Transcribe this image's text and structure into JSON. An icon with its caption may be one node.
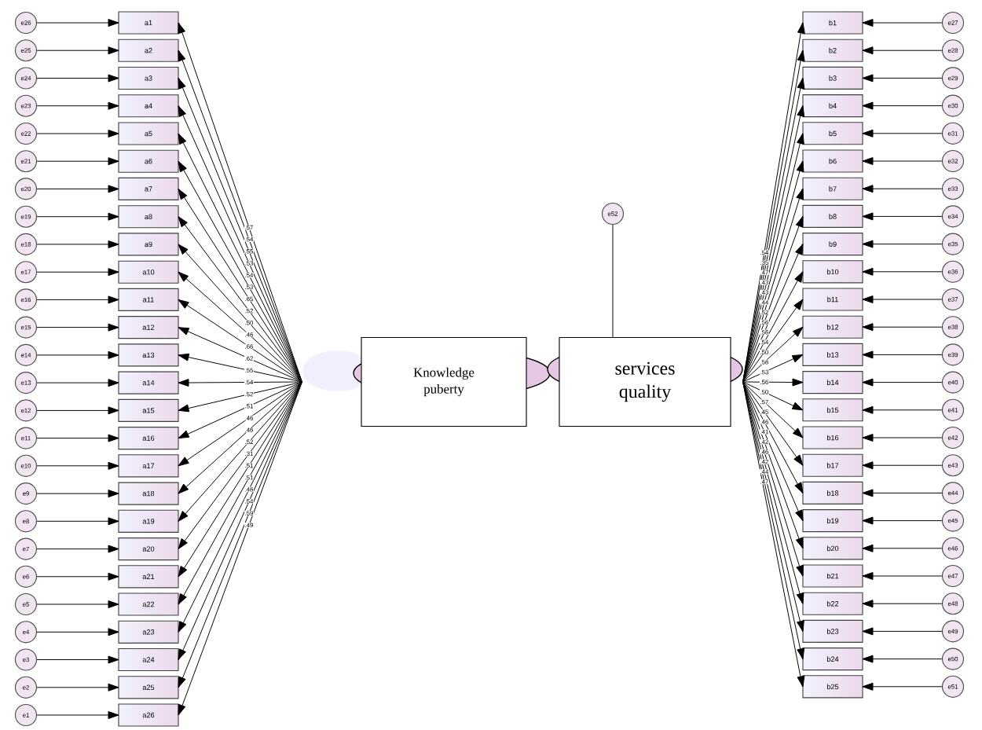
{
  "diagram": {
    "nodes": [
      {
        "text": [
          "a1"
        ]
      },
      {
        "text": [
          "a2"
        ]
      },
      {
        "text": [
          "a3"
        ]
      },
      {
        "text": [
          "a4"
        ]
      },
      {
        "text": [
          "a5"
        ]
      },
      {
        "text": [
          "a6"
        ]
      },
      {
        "text": [
          "a7"
        ]
      },
      {
        "text": [
          "a8"
        ]
      },
      {
        "text": [
          "a9"
        ]
      },
      {
        "text": [
          "a10"
        ]
      },
      {
        "text": [
          "a11"
        ]
      },
      {
        "text": [
          "a12"
        ]
      },
      {
        "text": [
          "a13"
        ]
      },
      {
        "text": [
          "a14"
        ]
      },
      {
        "text": [
          "a15"
        ]
      },
      {
        "text": [
          "a16"
        ]
      },
      {
        "text": [
          "a17"
        ]
      },
      {
        "text": [
          "a18"
        ]
      },
      {
        "text": [
          "a19"
        ]
      },
      {
        "text": [
          "a20"
        ]
      },
      {
        "text": [
          "a21"
        ]
      },
      {
        "text": [
          "a22"
        ]
      },
      {
        "text": [
          "a23"
        ]
      },
      {
        "text": [
          "a24"
        ]
      },
      {
        "text": [
          "a25"
        ]
      },
      {
        "text": [
          "a26"
        ]
      },
      {
        "text": [
          "e26"
        ]
      },
      {
        "text": [
          "e25"
        ]
      },
      {
        "text": [
          "e24"
        ]
      },
      {
        "text": [
          "e23"
        ]
      },
      {
        "text": [
          "e22"
        ]
      },
      {
        "text": [
          "e21"
        ]
      },
      {
        "text": [
          "e20"
        ]
      },
      {
        "text": [
          "e19"
        ]
      },
      {
        "text": [
          "e18"
        ]
      },
      {
        "text": [
          "e17"
        ]
      },
      {
        "text": [
          "e16"
        ]
      },
      {
        "text": [
          "e15"
        ]
      },
      {
        "text": [
          "e14"
        ]
      },
      {
        "text": [
          "e13"
        ]
      },
      {
        "text": [
          "e12"
        ]
      },
      {
        "text": [
          "e11"
        ]
      },
      {
        "text": [
          "e10"
        ]
      },
      {
        "text": [
          "e9"
        ]
      },
      {
        "text": [
          "e8"
        ]
      },
      {
        "text": [
          "e7"
        ]
      },
      {
        "text": [
          "e6"
        ]
      },
      {
        "text": [
          "e5"
        ]
      },
      {
        "text": [
          "e4"
        ]
      },
      {
        "text": [
          "e3"
        ]
      },
      {
        "text": [
          "e2"
        ]
      },
      {
        "text": [
          "e1"
        ]
      },
      {
        "text": [
          "Knowledge puberty"
        ]
      },
      {
        "text": [
          "services quality"
        ]
      },
      {
        "text": [
          "e52"
        ]
      },
      {
        "text": [
          "b1"
        ]
      },
      {
        "text": [
          "b2"
        ]
      },
      {
        "text": [
          "b3"
        ]
      },
      {
        "text": [
          "b4"
        ]
      },
      {
        "text": [
          "b5"
        ]
      },
      {
        "text": [
          "b6"
        ]
      },
      {
        "text": [
          "b7"
        ]
      },
      {
        "text": [
          "b8"
        ]
      },
      {
        "text": [
          "b9"
        ]
      },
      {
        "text": [
          "b10"
        ]
      },
      {
        "text": [
          "b11"
        ]
      },
      {
        "text": [
          "b12"
        ]
      },
      {
        "text": [
          "b13"
        ]
      },
      {
        "text": [
          "b14"
        ]
      },
      {
        "text": [
          "b15"
        ]
      },
      {
        "text": [
          "b16"
        ]
      },
      {
        "text": [
          "b17"
        ]
      },
      {
        "text": [
          "b18"
        ]
      },
      {
        "text": [
          "b19"
        ]
      },
      {
        "text": [
          "b20"
        ]
      },
      {
        "text": [
          "b21"
        ]
      },
      {
        "text": [
          "b22"
        ]
      },
      {
        "text": [
          "b23"
        ]
      },
      {
        "text": [
          "b24"
        ]
      },
      {
        "text": [
          "b25"
        ]
      },
      {
        "text": [
          "e27"
        ]
      },
      {
        "text": [
          "e28"
        ]
      },
      {
        "text": [
          "e29"
        ]
      },
      {
        "text": [
          "e30"
        ]
      },
      {
        "text": [
          "e31"
        ]
      },
      {
        "text": [
          "e32"
        ]
      },
      {
        "text": [
          "e33"
        ]
      },
      {
        "text": [
          "e34"
        ]
      },
      {
        "text": [
          "e35"
        ]
      },
      {
        "text": [
          "e36"
        ]
      },
      {
        "text": [
          "e37"
        ]
      },
      {
        "text": [
          "e38"
        ]
      },
      {
        "text": [
          "e39"
        ]
      },
      {
        "text": [
          "e40"
        ]
      },
      {
        "text": [
          "e41"
        ]
      },
      {
        "text": [
          "e42"
        ]
      },
      {
        "text": [
          "e43"
        ]
      },
      {
        "text": [
          "e44"
        ]
      },
      {
        "text": [
          "e45"
        ]
      },
      {
        "text": [
          "e46"
        ]
      },
      {
        "text": [
          "e47"
        ]
      },
      {
        "text": [
          "e48"
        ]
      },
      {
        "text": [
          "e49"
        ]
      },
      {
        "text": [
          "e50"
        ]
      },
      {
        "text": [
          "e51"
        ]
      }
    ],
    "edges": [
      {
        "from": 52,
        "to": 0,
        "arrow": "to",
        "label": ".57"
      },
      {
        "from": 52,
        "to": 1,
        "arrow": "to",
        "label": ".54"
      },
      {
        "from": 52,
        "to": 2,
        "arrow": "to",
        "label": ".55"
      },
      {
        "from": 52,
        "to": 3,
        "arrow": "to",
        "label": ".53"
      },
      {
        "from": 52,
        "to": 4,
        "arrow": "to",
        "label": ".54"
      },
      {
        "from": 52,
        "to": 5,
        "arrow": "to",
        "label": ".53"
      },
      {
        "from": 52,
        "to": 6,
        "arrow": "to",
        "label": ".65"
      },
      {
        "from": 52,
        "to": 7,
        "arrow": "to",
        "label": ".52"
      },
      {
        "from": 52,
        "to": 8,
        "arrow": "to",
        "label": ".50"
      },
      {
        "from": 52,
        "to": 9,
        "arrow": "to",
        "label": ".46"
      },
      {
        "from": 52,
        "to": 10,
        "arrow": "to",
        "label": ".66"
      },
      {
        "from": 52,
        "to": 11,
        "arrow": "to",
        "label": ".62"
      },
      {
        "from": 52,
        "to": 12,
        "arrow": "to",
        "label": ".55"
      },
      {
        "from": 52,
        "to": 13,
        "arrow": "to",
        "label": ".54"
      },
      {
        "from": 52,
        "to": 14,
        "arrow": "to",
        "label": ".52"
      },
      {
        "from": 52,
        "to": 15,
        "arrow": "to",
        "label": ".51"
      },
      {
        "from": 52,
        "to": 16,
        "arrow": "to",
        "label": ".46"
      },
      {
        "from": 52,
        "to": 17,
        "arrow": "to",
        "label": ".46"
      },
      {
        "from": 52,
        "to": 18,
        "arrow": "to",
        "label": ".52"
      },
      {
        "from": 52,
        "to": 19,
        "arrow": "to",
        "label": ".31"
      },
      {
        "from": 52,
        "to": 20,
        "arrow": "to",
        "label": ".51"
      },
      {
        "from": 52,
        "to": 21,
        "arrow": "to",
        "label": ".51"
      },
      {
        "from": 52,
        "to": 22,
        "arrow": "to",
        "label": ".46"
      },
      {
        "from": 52,
        "to": 23,
        "arrow": "to",
        "label": ".54"
      },
      {
        "from": 52,
        "to": 24,
        "arrow": "to",
        "label": ".59"
      },
      {
        "from": 52,
        "to": 25,
        "arrow": "to",
        "label": ".49"
      },
      {
        "from": 26,
        "to": 0,
        "arrow": "to"
      },
      {
        "from": 27,
        "to": 1,
        "arrow": "to"
      },
      {
        "from": 28,
        "to": 2,
        "arrow": "to"
      },
      {
        "from": 29,
        "to": 3,
        "arrow": "to"
      },
      {
        "from": 30,
        "to": 4,
        "arrow": "to"
      },
      {
        "from": 31,
        "to": 5,
        "arrow": "to"
      },
      {
        "from": 32,
        "to": 6,
        "arrow": "to"
      },
      {
        "from": 33,
        "to": 7,
        "arrow": "to"
      },
      {
        "from": 34,
        "to": 8,
        "arrow": "to"
      },
      {
        "from": 35,
        "to": 9,
        "arrow": "to"
      },
      {
        "from": 36,
        "to": 10,
        "arrow": "to"
      },
      {
        "from": 37,
        "to": 11,
        "arrow": "to"
      },
      {
        "from": 38,
        "to": 12,
        "arrow": "to"
      },
      {
        "from": 39,
        "to": 13,
        "arrow": "to"
      },
      {
        "from": 40,
        "to": 14,
        "arrow": "to"
      },
      {
        "from": 41,
        "to": 15,
        "arrow": "to"
      },
      {
        "from": 42,
        "to": 16,
        "arrow": "to"
      },
      {
        "from": 43,
        "to": 17,
        "arrow": "to"
      },
      {
        "from": 44,
        "to": 18,
        "arrow": "to"
      },
      {
        "from": 45,
        "to": 19,
        "arrow": "to"
      },
      {
        "from": 46,
        "to": 20,
        "arrow": "to"
      },
      {
        "from": 47,
        "to": 21,
        "arrow": "to"
      },
      {
        "from": 48,
        "to": 22,
        "arrow": "to"
      },
      {
        "from": 49,
        "to": 23,
        "arrow": "to"
      },
      {
        "from": 50,
        "to": 24,
        "arrow": "to"
      },
      {
        "from": 51,
        "to": 25,
        "arrow": "to"
      },
      {
        "from": 54,
        "to": 53,
        "arrow": "none"
      },
      {
        "from": 53,
        "to": 55,
        "arrow": "to",
        "label": ".54"
      },
      {
        "from": 53,
        "to": 56,
        "arrow": "to",
        "label": ".35"
      },
      {
        "from": 53,
        "to": 57,
        "arrow": "to",
        "label": ".47"
      },
      {
        "from": 53,
        "to": 58,
        "arrow": "to",
        "label": ".43"
      },
      {
        "from": 53,
        "to": 59,
        "arrow": "to",
        "label": ".43"
      },
      {
        "from": 53,
        "to": 60,
        "arrow": "to",
        "label": ".44"
      },
      {
        "from": 53,
        "to": 61,
        "arrow": "to",
        "label": ".52"
      },
      {
        "from": 53,
        "to": 62,
        "arrow": "to",
        "label": ".56"
      },
      {
        "from": 53,
        "to": 63,
        "arrow": "to",
        "label": ".56"
      },
      {
        "from": 53,
        "to": 64,
        "arrow": "to",
        "label": ".54"
      },
      {
        "from": 53,
        "to": 65,
        "arrow": "to",
        "label": ".50"
      },
      {
        "from": 53,
        "to": 66,
        "arrow": "to",
        "label": ".56"
      },
      {
        "from": 53,
        "to": 67,
        "arrow": "to",
        "label": ".53"
      },
      {
        "from": 53,
        "to": 68,
        "arrow": "to",
        "label": ".56"
      },
      {
        "from": 53,
        "to": 69,
        "arrow": "to",
        "label": ".50"
      },
      {
        "from": 53,
        "to": 70,
        "arrow": "to",
        "label": ".57"
      },
      {
        "from": 53,
        "to": 71,
        "arrow": "to",
        "label": ".45"
      },
      {
        "from": 53,
        "to": 72,
        "arrow": "to",
        "label": ".46"
      },
      {
        "from": 53,
        "to": 73,
        "arrow": "to",
        "label": ".41"
      },
      {
        "from": 53,
        "to": 74,
        "arrow": "to",
        "label": ".42"
      },
      {
        "from": 53,
        "to": 75,
        "arrow": "to",
        "label": ".46"
      },
      {
        "from": 53,
        "to": 76,
        "arrow": "to",
        "label": ".42"
      },
      {
        "from": 53,
        "to": 77,
        "arrow": "to",
        "label": ".44"
      },
      {
        "from": 53,
        "to": 78,
        "arrow": "to",
        "label": ".47"
      },
      {
        "from": 53,
        "to": 79,
        "arrow": "to"
      },
      {
        "from": 80,
        "to": 55,
        "arrow": "to"
      },
      {
        "from": 81,
        "to": 56,
        "arrow": "to"
      },
      {
        "from": 82,
        "to": 57,
        "arrow": "to"
      },
      {
        "from": 83,
        "to": 58,
        "arrow": "to"
      },
      {
        "from": 84,
        "to": 59,
        "arrow": "to"
      },
      {
        "from": 85,
        "to": 60,
        "arrow": "to"
      },
      {
        "from": 86,
        "to": 61,
        "arrow": "to"
      },
      {
        "from": 87,
        "to": 62,
        "arrow": "to"
      },
      {
        "from": 88,
        "to": 63,
        "arrow": "to"
      },
      {
        "from": 89,
        "to": 64,
        "arrow": "to"
      },
      {
        "from": 90,
        "to": 65,
        "arrow": "to"
      },
      {
        "from": 91,
        "to": 66,
        "arrow": "to"
      },
      {
        "from": 92,
        "to": 67,
        "arrow": "to"
      },
      {
        "from": 93,
        "to": 68,
        "arrow": "to"
      },
      {
        "from": 94,
        "to": 69,
        "arrow": "to"
      },
      {
        "from": 95,
        "to": 70,
        "arrow": "to"
      },
      {
        "from": 96,
        "to": 71,
        "arrow": "to"
      },
      {
        "from": 97,
        "to": 72,
        "arrow": "to"
      },
      {
        "from": 98,
        "to": 73,
        "arrow": "to"
      },
      {
        "from": 99,
        "to": 74,
        "arrow": "to"
      },
      {
        "from": 100,
        "to": 75,
        "arrow": "to"
      },
      {
        "from": 101,
        "to": 76,
        "arrow": "to"
      },
      {
        "from": 102,
        "to": 77,
        "arrow": "to"
      },
      {
        "from": 103,
        "to": 78,
        "arrow": "to"
      },
      {
        "from": 104,
        "to": 79,
        "arrow": "to"
      }
    ]
  }
}
